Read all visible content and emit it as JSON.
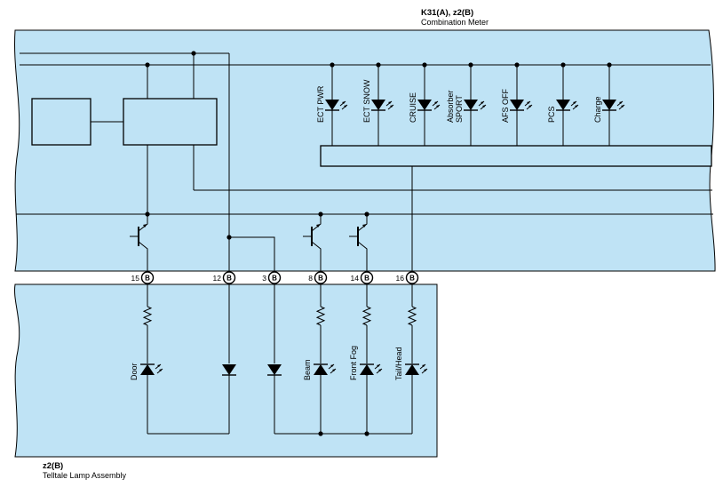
{
  "meter": {
    "code": "K31(A), z2(B)",
    "name": "Combination Meter",
    "indicators": [
      {
        "label": "ECT PWR"
      },
      {
        "label": "ECT SNOW"
      },
      {
        "label": "CRUISE"
      },
      {
        "label": "Absorber SPORT",
        "lines": [
          "Absorber",
          "SPORT"
        ]
      },
      {
        "label": "AFS OFF"
      },
      {
        "label": "PCS"
      },
      {
        "label": "Charge"
      }
    ]
  },
  "assembly": {
    "code": "z2(B)",
    "name": "Telltale Lamp Assembly",
    "lamps": [
      {
        "label": "Door"
      },
      {
        "label": "Beam"
      },
      {
        "label": "Front Fog"
      },
      {
        "label": "Tail/Head"
      }
    ]
  },
  "pins": [
    {
      "number": "15",
      "connector": "B"
    },
    {
      "number": "12",
      "connector": "B"
    },
    {
      "number": "3",
      "connector": "B"
    },
    {
      "number": "8",
      "connector": "B"
    },
    {
      "number": "14",
      "connector": "B"
    },
    {
      "number": "16",
      "connector": "B"
    }
  ],
  "colors": {
    "fill": "#bfe3f5",
    "stroke": "#000000"
  }
}
